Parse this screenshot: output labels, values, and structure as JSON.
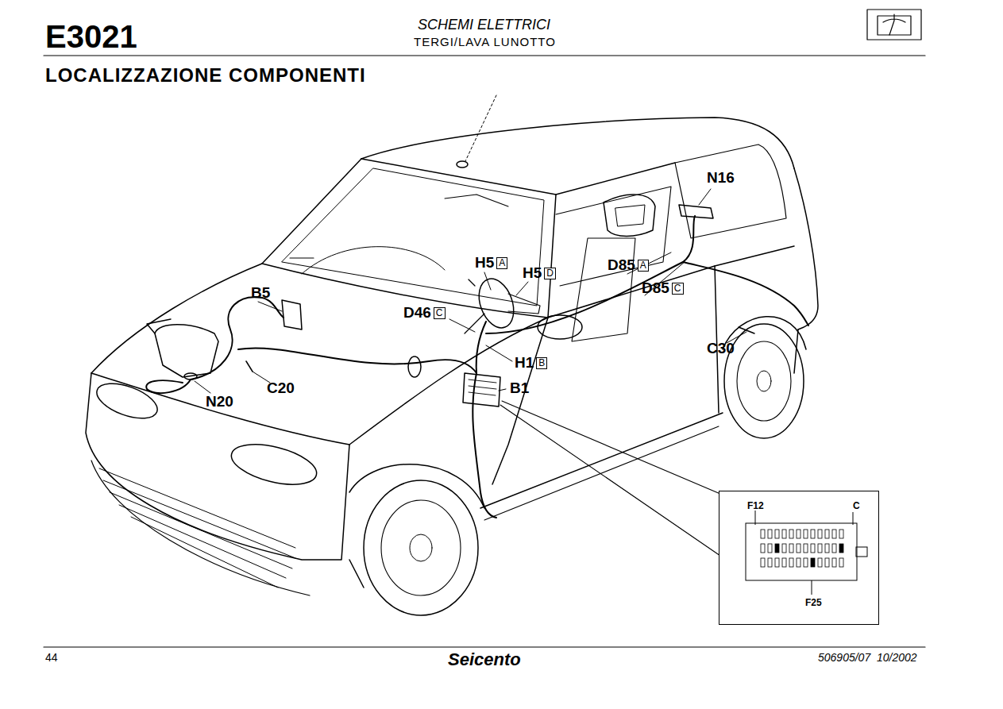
{
  "diagram": {
    "title": "LOCALIZZAZIONE COMPONENTI",
    "nodes": [
      {
        "text": [
          "H5",
          "A"
        ]
      },
      {
        "text": [
          "H5",
          "D"
        ]
      },
      {
        "text": [
          "D85",
          "A"
        ]
      },
      {
        "text": [
          "D85",
          "C"
        ]
      },
      {
        "text": [
          "D46",
          "C"
        ]
      },
      {
        "text": [
          "H1",
          "B"
        ]
      },
      {
        "text": [
          "F12",
          "C",
          "F25"
        ]
      }
    ],
    "labels": [
      "E3021",
      "SCHEMI ELETTRICI",
      "TERGI/LAVA LUNOTTO",
      "N16",
      "B5",
      "B1",
      "C30",
      "C20",
      "N20",
      "44",
      "Seicento",
      "506905/07",
      "10/2002"
    ]
  }
}
